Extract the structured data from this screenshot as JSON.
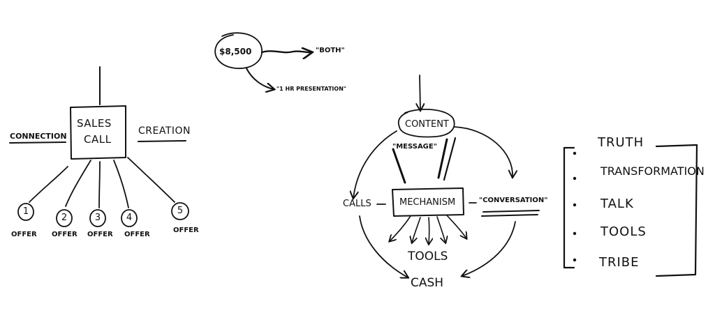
{
  "sales": {
    "box_line1": "SALES",
    "box_line2": "CALL",
    "left_label": "CONNECTION",
    "right_label": "CREATION",
    "offers": [
      {
        "num": "1",
        "label": "OFFER"
      },
      {
        "num": "2",
        "label": "OFFER"
      },
      {
        "num": "3",
        "label": "OFFER"
      },
      {
        "num": "4",
        "label": "OFFER"
      },
      {
        "num": "5",
        "label": "OFFER"
      }
    ]
  },
  "price": {
    "amount": "$8,500",
    "option_a": "\"BOTH\"",
    "option_b": "\"1 HR PRESENTATION\""
  },
  "content": {
    "content_label": "CONTENT",
    "message_label": "\"MESSAGE\"",
    "calls_label": "CALLS",
    "mechanism_label": "MECHANISM",
    "conversation_label": "\"CONVERSATION\"",
    "tools_label": "TOOLS",
    "cash_label": "CASH"
  },
  "list": {
    "items": [
      "TRUTH",
      "TRANSFORMATION",
      "TALK",
      "TOOLS",
      "TRIBE"
    ]
  }
}
